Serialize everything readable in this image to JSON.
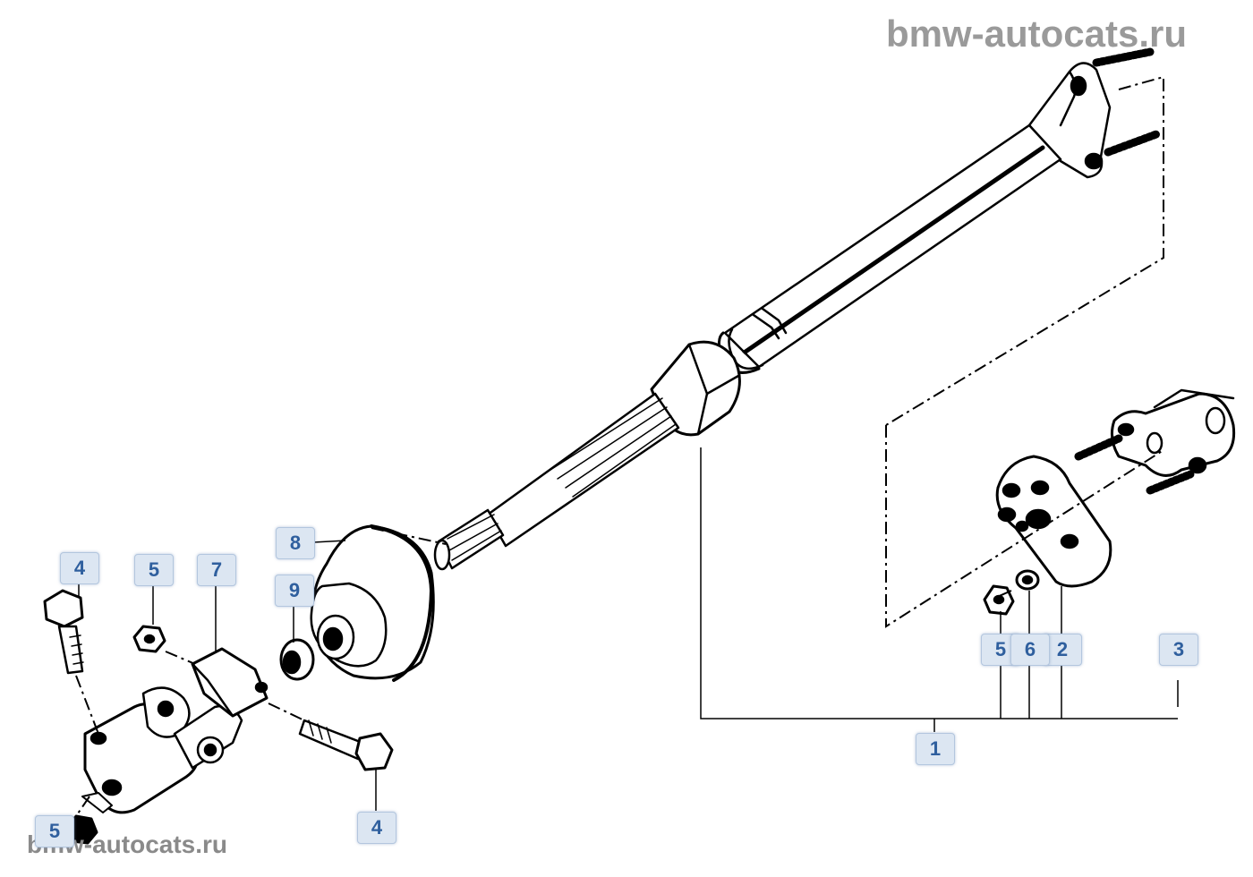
{
  "watermark": {
    "top": "bmw-autocats.ru",
    "bottom": "bmw-autocats.ru"
  },
  "callouts": {
    "c1": "1",
    "c2": "2",
    "c3": "3",
    "c4a": "4",
    "c4b": "4",
    "c5a": "5",
    "c5b": "5",
    "c5c": "5",
    "c6": "6",
    "c7": "7",
    "c8": "8",
    "c9": "9"
  },
  "colors": {
    "line": "#000000",
    "callout_bg": "#dce6f2",
    "callout_text": "#2f5f9e",
    "watermark": "#9a9a9a"
  }
}
